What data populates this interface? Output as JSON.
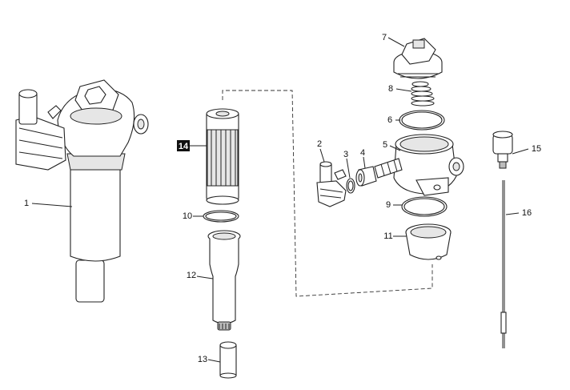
{
  "callouts": [
    {
      "id": "1",
      "text": "1"
    },
    {
      "id": "2",
      "text": "2"
    },
    {
      "id": "3",
      "text": "3"
    },
    {
      "id": "4",
      "text": "4"
    },
    {
      "id": "5",
      "text": "5"
    },
    {
      "id": "6",
      "text": "6"
    },
    {
      "id": "7",
      "text": "7"
    },
    {
      "id": "8",
      "text": "8"
    },
    {
      "id": "9",
      "text": "9"
    },
    {
      "id": "10",
      "text": "10"
    },
    {
      "id": "11",
      "text": "11"
    },
    {
      "id": "12",
      "text": "12"
    },
    {
      "id": "13",
      "text": "13"
    },
    {
      "id": "14",
      "text": "14",
      "highlighted": true
    },
    {
      "id": "15",
      "text": "15"
    },
    {
      "id": "16",
      "text": "16"
    }
  ],
  "colors": {
    "line": "#222222",
    "highlight_box": "#111111",
    "background": "#ffffff"
  }
}
